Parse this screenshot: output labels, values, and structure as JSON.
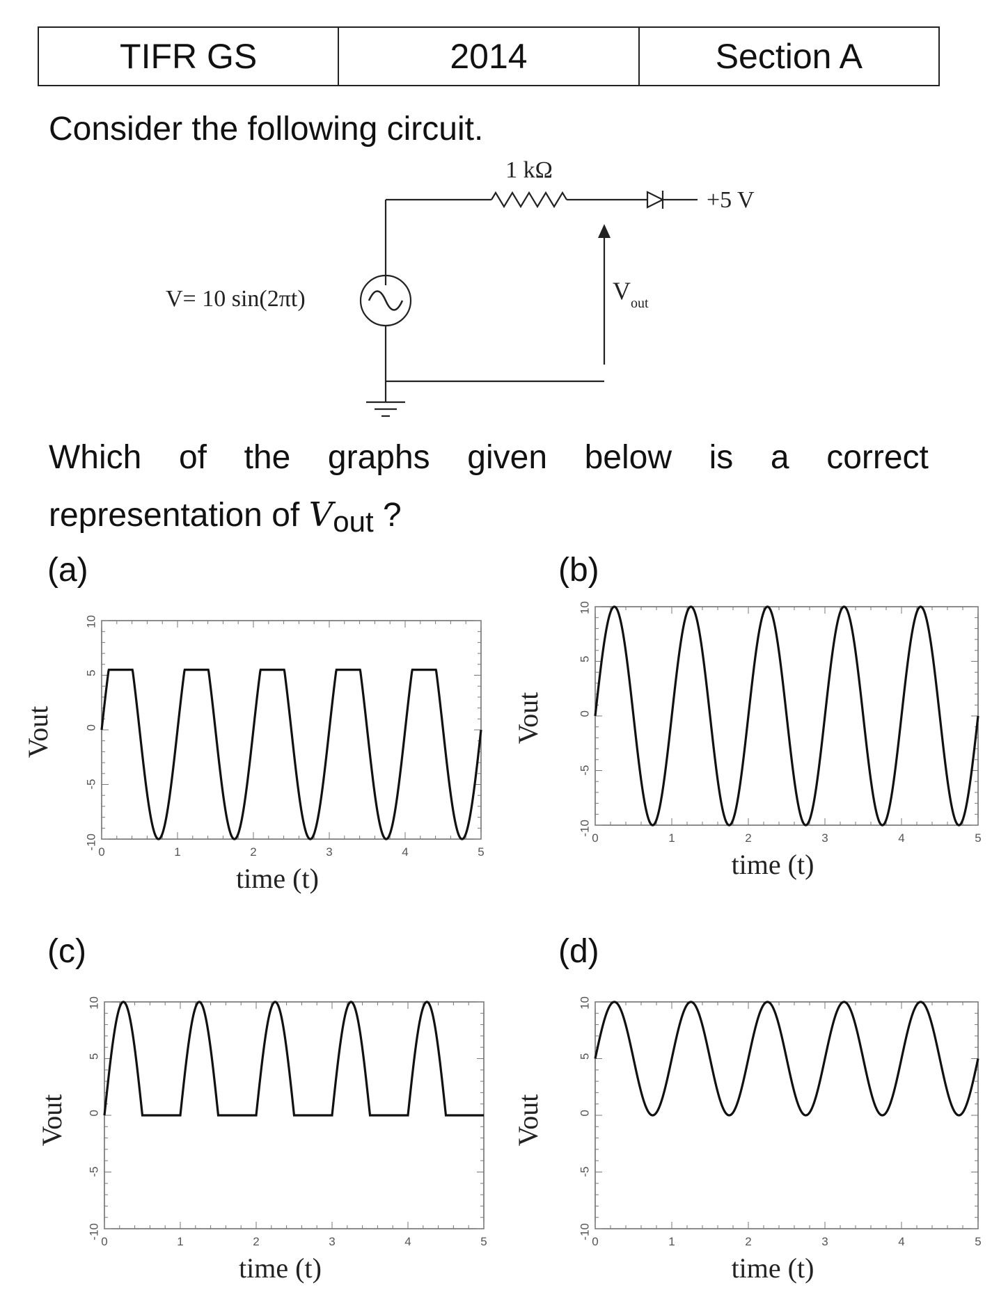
{
  "header": {
    "subject": "TIFR GS",
    "year": "2014",
    "section": "Section A"
  },
  "question": {
    "intro": "Consider the following circuit.",
    "line1_words": [
      "Which",
      "of",
      "the",
      "graphs",
      "given",
      "below",
      "is",
      "a",
      "correct"
    ],
    "line2_prefix": "representation of ",
    "line2_symbol": "V",
    "line2_sub": "out",
    "line2_suffix": " ?"
  },
  "circuit": {
    "resistor_label": "1 kΩ",
    "diode_label": "+5 V",
    "source_label": "V= 10 sin(2πt)",
    "output_label_main": "V",
    "output_label_sub": "out"
  },
  "options": [
    {
      "label": "(a)",
      "xlabel": "time (t)",
      "ylabel": "Vout"
    },
    {
      "label": "(b)",
      "xlabel": "time (t)",
      "ylabel": "Vout"
    },
    {
      "label": "(c)",
      "xlabel": "time (t)",
      "ylabel": "Vout"
    },
    {
      "label": "(d)",
      "xlabel": "time (t)",
      "ylabel": "Vout"
    }
  ],
  "chart_data": [
    {
      "type": "line",
      "label": "(a)",
      "function": "min(10 sin(2πt), 5.5)",
      "x": [
        0,
        0.05,
        0.1,
        0.15,
        0.25,
        0.35,
        0.4,
        0.5,
        0.6,
        0.75,
        0.9,
        1.0
      ],
      "y": [
        0,
        3.1,
        5.5,
        5.5,
        5.5,
        5.5,
        5.5,
        0,
        -5.9,
        -10,
        -5.9,
        0
      ],
      "xlim": [
        0,
        5
      ],
      "ylim": [
        -10,
        10
      ],
      "xticks": [
        "0",
        "1",
        "2",
        "3",
        "4",
        "5"
      ],
      "yticks": [
        "-10",
        "-5",
        "0",
        "5",
        "10"
      ],
      "xlabel": "time (t)",
      "ylabel": "Vout"
    },
    {
      "type": "line",
      "label": "(b)",
      "function": "10 sin(2πt)",
      "x": [
        0,
        0.125,
        0.25,
        0.375,
        0.5,
        0.625,
        0.75,
        0.875,
        1.0
      ],
      "y": [
        0,
        7.07,
        10,
        7.07,
        0,
        -7.07,
        -10,
        -7.07,
        0
      ],
      "xlim": [
        0,
        5
      ],
      "ylim": [
        -10,
        10
      ],
      "xticks": [
        "0",
        "1",
        "2",
        "3",
        "4",
        "5"
      ],
      "yticks": [
        "-10",
        "-5",
        "0",
        "5",
        "10"
      ],
      "xlabel": "time (t)",
      "ylabel": "Vout"
    },
    {
      "type": "line",
      "label": "(c)",
      "function": "max(10 sin(2πt), 0)",
      "x": [
        0,
        0.125,
        0.25,
        0.375,
        0.5,
        0.75,
        1.0
      ],
      "y": [
        0,
        7.07,
        10,
        7.07,
        0,
        0,
        0
      ],
      "xlim": [
        0,
        5
      ],
      "ylim": [
        -10,
        10
      ],
      "xticks": [
        "0",
        "1",
        "2",
        "3",
        "4",
        "5"
      ],
      "yticks": [
        "-10",
        "-5",
        "0",
        "5",
        "10"
      ],
      "xlabel": "time (t)",
      "ylabel": "Vout"
    },
    {
      "type": "line",
      "label": "(d)",
      "function": "5 + 5 sin(2πt)",
      "x": [
        0,
        0.125,
        0.25,
        0.375,
        0.5,
        0.625,
        0.75,
        0.875,
        1.0
      ],
      "y": [
        5,
        8.54,
        10,
        8.54,
        5,
        1.46,
        0,
        1.46,
        5
      ],
      "xlim": [
        0,
        5
      ],
      "ylim": [
        -10,
        10
      ],
      "xticks": [
        "0",
        "1",
        "2",
        "3",
        "4",
        "5"
      ],
      "yticks": [
        "-10",
        "-5",
        "0",
        "5",
        "10"
      ],
      "xlabel": "time (t)",
      "ylabel": "Vout"
    }
  ]
}
